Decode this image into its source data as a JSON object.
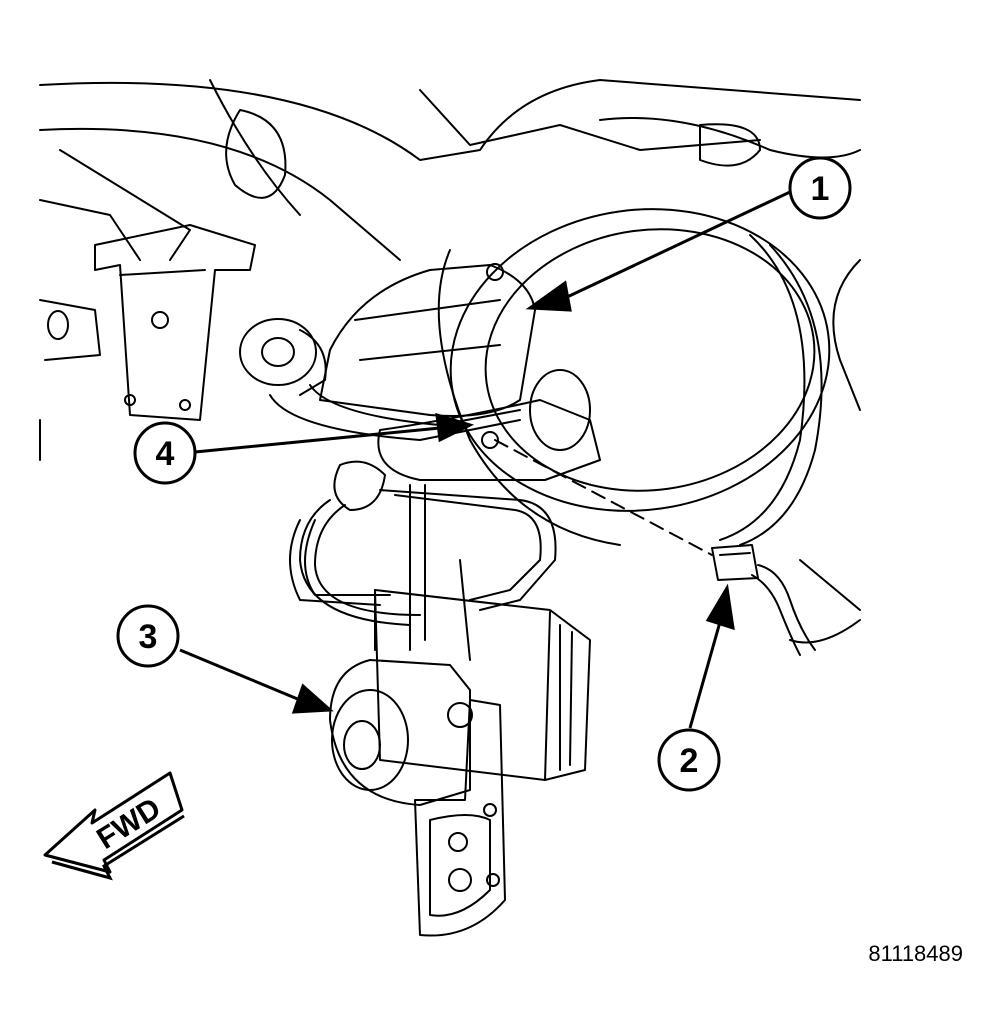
{
  "diagram": {
    "callouts": [
      {
        "id": "1",
        "label": "1"
      },
      {
        "id": "2",
        "label": "2"
      },
      {
        "id": "3",
        "label": "3"
      },
      {
        "id": "4",
        "label": "4"
      }
    ],
    "direction_label": "FWD",
    "figure_number": "81118489"
  },
  "colors": {
    "ink": "#000000",
    "paper": "#ffffff"
  }
}
